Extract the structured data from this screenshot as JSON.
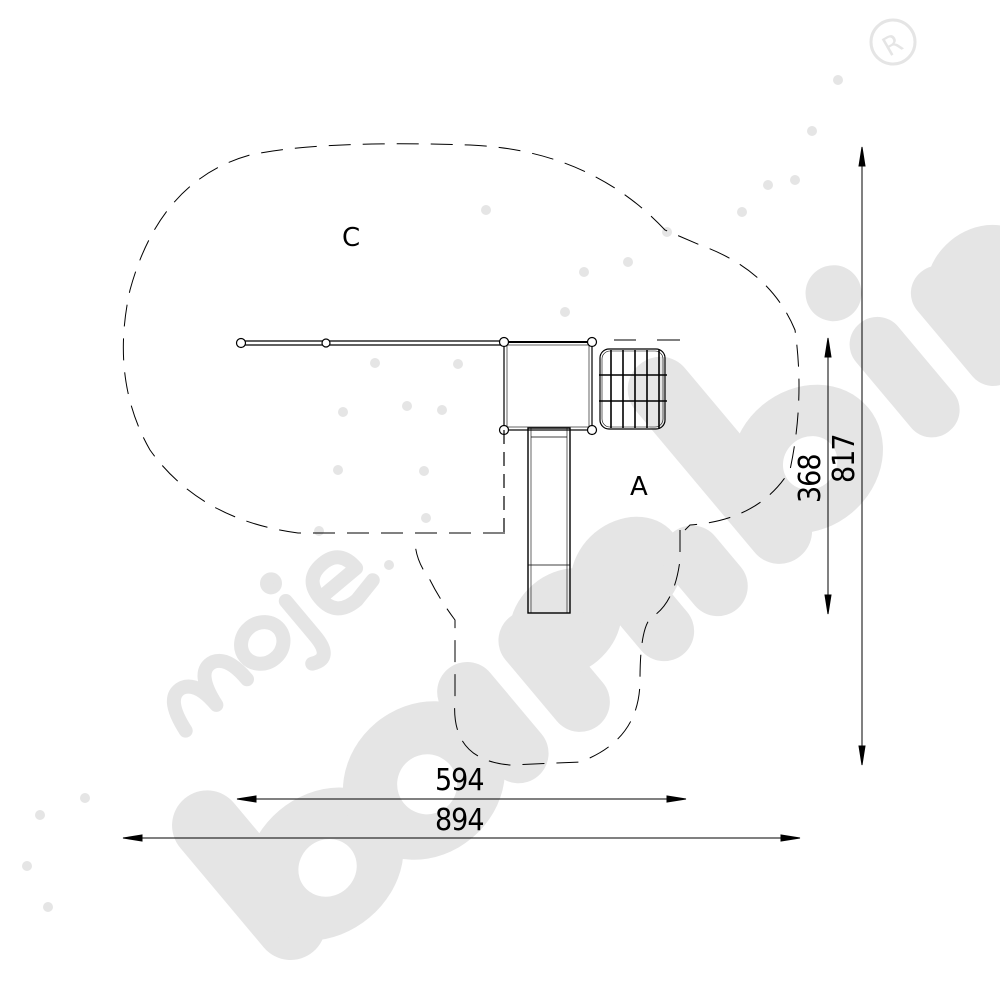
{
  "drawing": {
    "type": "playground equipment plan view",
    "zones": [
      {
        "id": "C",
        "label": "C"
      },
      {
        "id": "A",
        "label": "A"
      }
    ],
    "dimensions": {
      "horizontal_inner": "594",
      "horizontal_outer": "894",
      "vertical_inner": "368",
      "vertical_outer": "817"
    },
    "components": [
      "tower-platform",
      "climbing-net-panel",
      "slide",
      "balance-beam"
    ]
  },
  "watermark": {
    "brand_top": "moje",
    "brand_main": "bambino",
    "registered_mark": "®",
    "color": "#e5e5e5"
  },
  "colors": {
    "line": "#000000",
    "watermark": "#e5e5e5",
    "background": "#ffffff"
  }
}
